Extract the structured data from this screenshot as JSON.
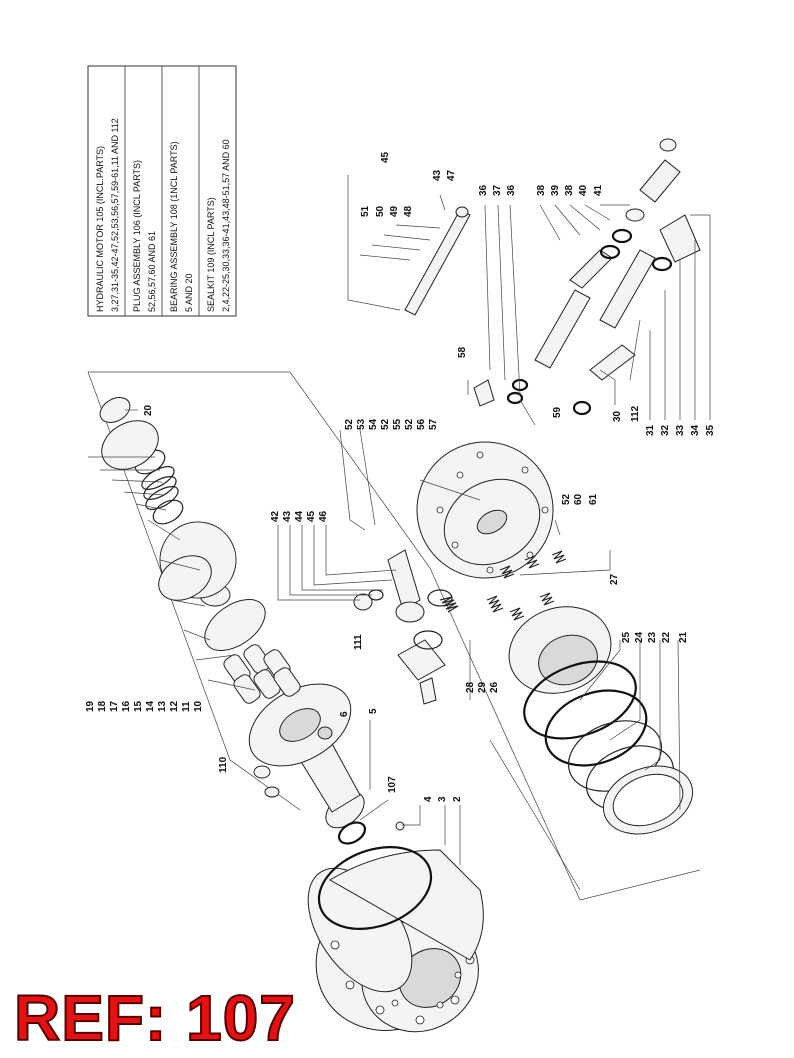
{
  "legend": [
    {
      "name": "HYDRAULIC MOTOR 105 (INCL.PARTS)",
      "parts": "3,27,31-35,42-47,52,53,56,57,59-61,11 AND 112"
    },
    {
      "name": "PLUG ASSEMBLY 106 (INCL PARTS)",
      "parts": "52,56,57,60 AND 61"
    },
    {
      "name": "BEARING ASSEMBLY 108 (1NCL PARTS)",
      "parts": "5 AND 20"
    },
    {
      "name": "SEALKIT 109 (INCL PARTS)",
      "parts": "2,4,22-25,30,33,36-41,43,48-51,57 AND 60"
    }
  ],
  "callouts": {
    "c20": "20",
    "c19": "19",
    "c18": "18",
    "c17": "17",
    "c16": "16",
    "c15": "15",
    "c14": "14",
    "c13": "13",
    "c12": "12",
    "c11": "11",
    "c10": "10",
    "c110": "110",
    "c6": "6",
    "c5": "5",
    "c107": "107",
    "c4": "4",
    "c3": "3",
    "c2": "2",
    "c42": "42",
    "c43a": "43",
    "c44": "44",
    "c45a": "45",
    "c46": "46",
    "c111": "111",
    "c52a": "52",
    "c53": "53",
    "c54": "54",
    "c52b": "52",
    "c55": "55",
    "c52c": "52",
    "c56a": "56",
    "c57": "57",
    "c58": "58",
    "c59": "59",
    "c52d": "52",
    "c60": "60",
    "c61": "61",
    "c27": "27",
    "c28": "28",
    "c29": "29",
    "c26": "26",
    "c25": "25",
    "c24": "24",
    "c23": "23",
    "c22": "22",
    "c21": "21",
    "c45b": "45",
    "c43b": "43",
    "c47": "47",
    "c51": "51",
    "c50": "50",
    "c49": "49",
    "c48": "48",
    "c36a": "36",
    "c37": "37",
    "c36b": "36",
    "c38a": "38",
    "c39": "39",
    "c38b": "38",
    "c40": "40",
    "c41": "41",
    "c30": "30",
    "c112": "112",
    "c31": "31",
    "c32": "32",
    "c33": "33",
    "c34": "34",
    "c35": "35"
  },
  "ref_label": "REF: 107",
  "colors": {
    "ref_text": "#e01414",
    "line": "#222222"
  }
}
